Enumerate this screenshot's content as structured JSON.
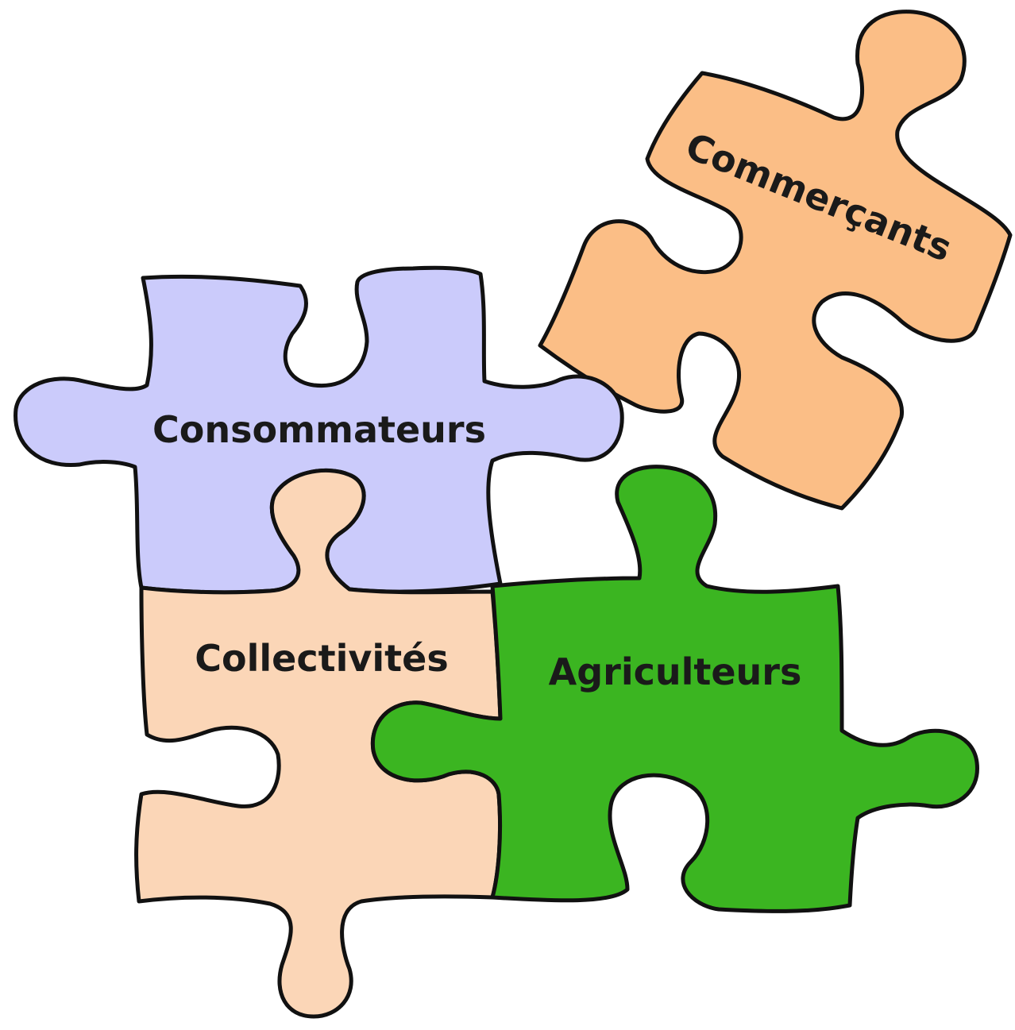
{
  "pieces": {
    "consommateurs": {
      "label": "Consommateurs",
      "color": "#cbcbfb"
    },
    "collectivites": {
      "label": "Collectivités",
      "color": "#fbd6b7"
    },
    "agriculteurs": {
      "label": "Agriculteurs",
      "color": "#3bb521"
    },
    "commercants": {
      "label": "Commerçants",
      "color": "#fbbe86"
    }
  },
  "outline_color": "#111111",
  "text_color": "#1a1a1a"
}
